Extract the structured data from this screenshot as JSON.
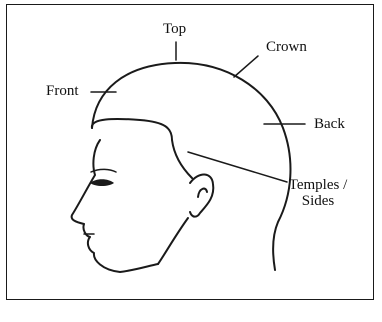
{
  "diagram": {
    "labels": {
      "top": "Top",
      "crown": "Crown",
      "front": "Front",
      "back": "Back",
      "temples_line1": "Temples /",
      "temples_line2": "Sides"
    }
  }
}
